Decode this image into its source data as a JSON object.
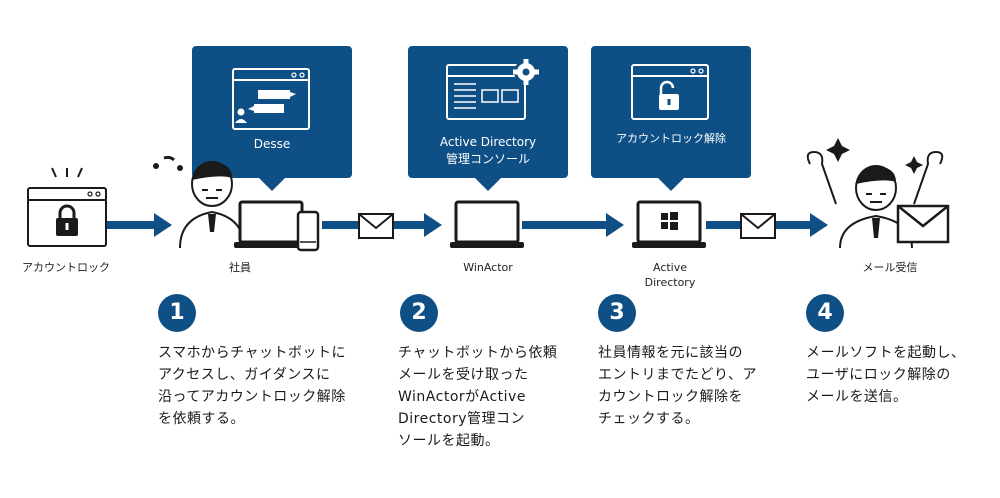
{
  "colors": {
    "accent": "#0e4f85",
    "ink": "#1a1a1a",
    "white": "#ffffff"
  },
  "callouts": {
    "desse": {
      "label": "Desse",
      "icon": "chat-window-icon"
    },
    "ad_console": {
      "label_line1": "Active Directory",
      "label_line2": "管理コンソール",
      "icon": "settings-window-icon"
    },
    "unlock": {
      "label": "アカウントロック解除",
      "icon": "unlock-window-icon"
    }
  },
  "actors": {
    "locked": {
      "label": "アカウントロック",
      "icon": "locked-window-icon"
    },
    "employee": {
      "label": "社員",
      "icon": "employee-with-devices-icon"
    },
    "winactor": {
      "label": "WinActor",
      "icon": "laptop-icon"
    },
    "ad": {
      "label_line1": "Active",
      "label_line2": "Directory",
      "icon": "windows-laptop-icon"
    },
    "mail": {
      "label": "メール受信",
      "icon": "happy-person-mail-icon"
    }
  },
  "steps": [
    {
      "number": "1",
      "text": "スマホからチャットボットに\nアクセスし、ガイダンスに\n沿ってアカウントロック解除\nを依頼する。"
    },
    {
      "number": "2",
      "text": "チャットボットから依頼\nメールを受け取った\nWinActorがActive\nDirectory管理コン\nソールを起動。"
    },
    {
      "number": "3",
      "text": "社員情報を元に該当の\nエントリまでたどり、ア\nカウントロック解除を\nチェックする。"
    },
    {
      "number": "4",
      "text": "メールソフトを起動し、\nユーザにロック解除の\nメールを送信。"
    }
  ]
}
